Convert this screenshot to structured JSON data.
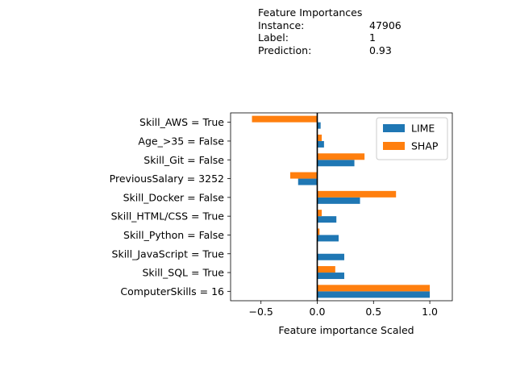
{
  "header": {
    "title": "Feature Importances",
    "rows": [
      {
        "label": "Instance:",
        "value": "47906"
      },
      {
        "label": "Label:",
        "value": "1"
      },
      {
        "label": "Prediction:",
        "value": "0.93"
      }
    ]
  },
  "chart_data": {
    "type": "bar",
    "orientation": "horizontal",
    "xlabel": "Feature importance Scaled",
    "xlim": [
      -0.77,
      1.2
    ],
    "xticks": [
      -0.5,
      0.0,
      0.5,
      1.0
    ],
    "xtick_labels": [
      "−0.5",
      "0.0",
      "0.5",
      "1.0"
    ],
    "legend_position": "top-right",
    "grid": false,
    "zero_line": true,
    "categories": [
      "Skill_AWS = True",
      "Age_>35 = False",
      "Skill_Git = False",
      "PreviousSalary = 3252",
      "Skill_Docker = False",
      "Skill_HTML/CSS = True",
      "Skill_Python = False",
      "Skill_JavaScript = True",
      "Skill_SQL = True",
      "ComputerSkills = 16"
    ],
    "series": [
      {
        "name": "LIME",
        "color": "#1f77b4",
        "values": [
          0.03,
          0.06,
          0.33,
          -0.17,
          0.38,
          0.17,
          0.19,
          0.24,
          0.24,
          1.0
        ]
      },
      {
        "name": "SHAP",
        "color": "#ff7f0e",
        "values": [
          -0.58,
          0.04,
          0.42,
          -0.24,
          0.7,
          0.04,
          0.02,
          0.0,
          0.16,
          1.0
        ]
      }
    ]
  }
}
